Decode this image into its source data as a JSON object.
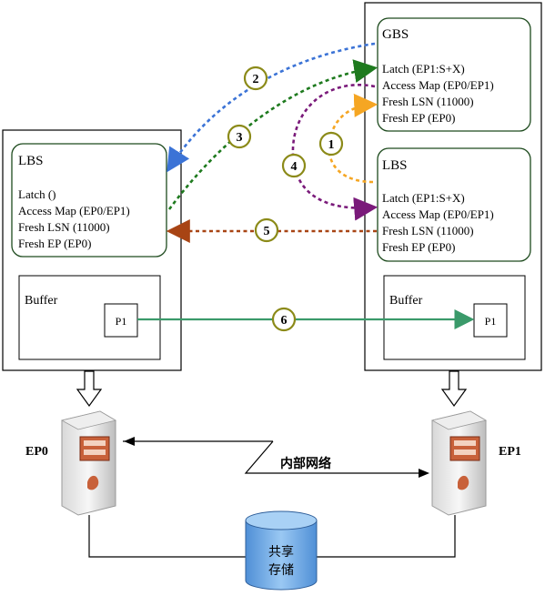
{
  "left_node": {
    "lbs": {
      "title": "LBS",
      "lines": [
        "Latch ()",
        "Access Map (EP0/EP1)",
        "Fresh LSN (11000)",
        "Fresh EP (EP0)"
      ]
    },
    "buffer": {
      "title": "Buffer",
      "page": "P1"
    },
    "server_label": "EP0"
  },
  "right_node": {
    "gbs": {
      "title": "GBS",
      "lines": [
        "Latch (EP1:S+X)",
        "Access Map (EP0/EP1)",
        "Fresh LSN (11000)",
        "Fresh EP (EP0)"
      ]
    },
    "lbs": {
      "title": "LBS",
      "lines": [
        "Latch (EP1:S+X)",
        "Access Map (EP0/EP1)",
        "Fresh LSN (11000)",
        "Fresh EP (EP0)"
      ]
    },
    "buffer": {
      "title": "Buffer",
      "page": "P1"
    },
    "server_label": "EP1"
  },
  "steps": [
    "1",
    "2",
    "3",
    "4",
    "5",
    "6"
  ],
  "network_label": "内部网络",
  "storage_label": [
    "共享",
    "存储"
  ],
  "colors": {
    "step1": "#f5a623",
    "step2": "#3b73d6",
    "step3": "#1e7a1e",
    "step4": "#7a1a7a",
    "step5": "#a84414",
    "step6": "#3a9a6a",
    "box_border": "#1d4a1d",
    "step_circle": "#8b8a18",
    "storage_fill": "#7fb6ec"
  }
}
